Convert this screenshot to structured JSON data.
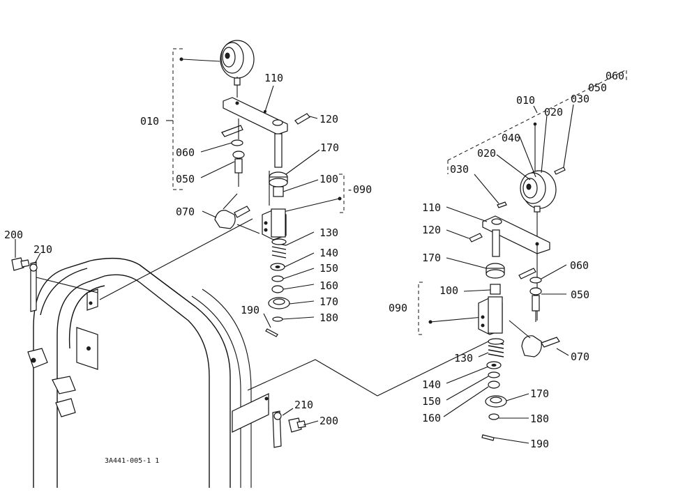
{
  "diagram": {
    "reference_code": "3A441-005-1 1",
    "left_assembly": {
      "labels": {
        "p010": "010",
        "p060": "060",
        "p050": "050",
        "p110": "110",
        "p120": "120",
        "p170a": "170",
        "p100": "100",
        "p090": "-090",
        "p070": "070",
        "p130": "130",
        "p140": "140",
        "p150": "150",
        "p160": "160",
        "p170b": "170",
        "p190": "190",
        "p180": "180"
      }
    },
    "right_assembly": {
      "labels": {
        "p010": "010",
        "p020a": "020",
        "p030a": "030",
        "p050": "050",
        "p060": "060",
        "p040": "040",
        "p020b": "020",
        "p030b": "030",
        "p110": "110",
        "p120": "120",
        "p170a": "170",
        "p060b": "060",
        "p050b": "050",
        "p100": "100",
        "p090": "090",
        "p070": "070",
        "p130": "130",
        "p140": "140",
        "p150": "150",
        "p160": "160",
        "p170b": "170",
        "p180": "180",
        "p190": "190"
      }
    },
    "frame": {
      "labels": {
        "p200a": "200",
        "p210a": "210",
        "p210b": "210",
        "p200b": "200"
      }
    }
  }
}
